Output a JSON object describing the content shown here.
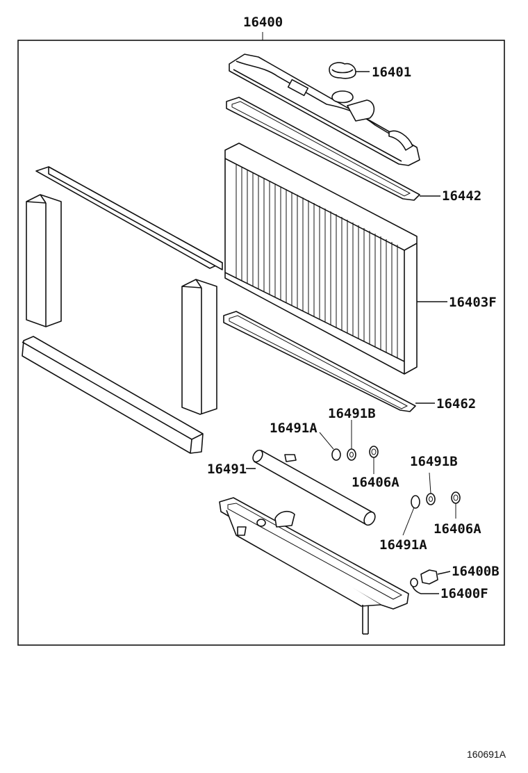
{
  "diagram": {
    "assembly_label": "16400",
    "reference_code": "160691A",
    "callouts": {
      "upper_tank": "16401",
      "upper_gasket": "16442",
      "core": "16403F",
      "lower_gasket": "16462",
      "oring_a1": "16491A",
      "washer_b1": "16491B",
      "outlet_pipe": "16491",
      "plug_a1": "16406A",
      "washer_b2": "16491B",
      "plug_a2": "16406A",
      "oring_a2": "16491A",
      "drain_cock": "16400B",
      "drain_plug": "16400F"
    }
  }
}
